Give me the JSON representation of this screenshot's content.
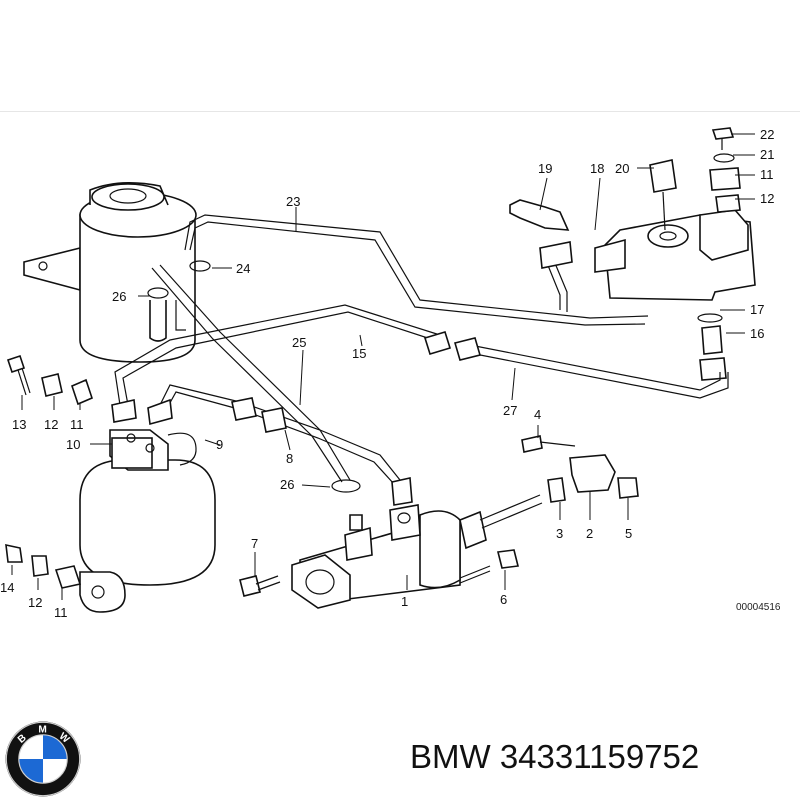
{
  "diagram": {
    "reference_code": "00004516",
    "part_labels": {
      "p1": "1",
      "p2": "2",
      "p3": "3",
      "p4": "4",
      "p5": "5",
      "p6": "6",
      "p7": "7",
      "p8": "8",
      "p9": "9",
      "p10": "10",
      "p11a": "11",
      "p11b": "11",
      "p11c": "11",
      "p12a": "12",
      "p12b": "12",
      "p12c": "12",
      "p13": "13",
      "p14": "14",
      "p15": "15",
      "p16": "16",
      "p17": "17",
      "p18": "18",
      "p19": "19",
      "p20": "20",
      "p21": "21",
      "p22": "22",
      "p23": "23",
      "p24": "24",
      "p25": "25",
      "p26a": "26",
      "p26b": "26",
      "p27": "27"
    }
  },
  "caption": {
    "brand": "BMW",
    "part_number": "34331159752"
  },
  "logo": {
    "letters": [
      "B",
      "M",
      "W"
    ],
    "colors": {
      "blue": "#1c69d4",
      "white": "#ffffff",
      "ring": "#111111"
    }
  }
}
